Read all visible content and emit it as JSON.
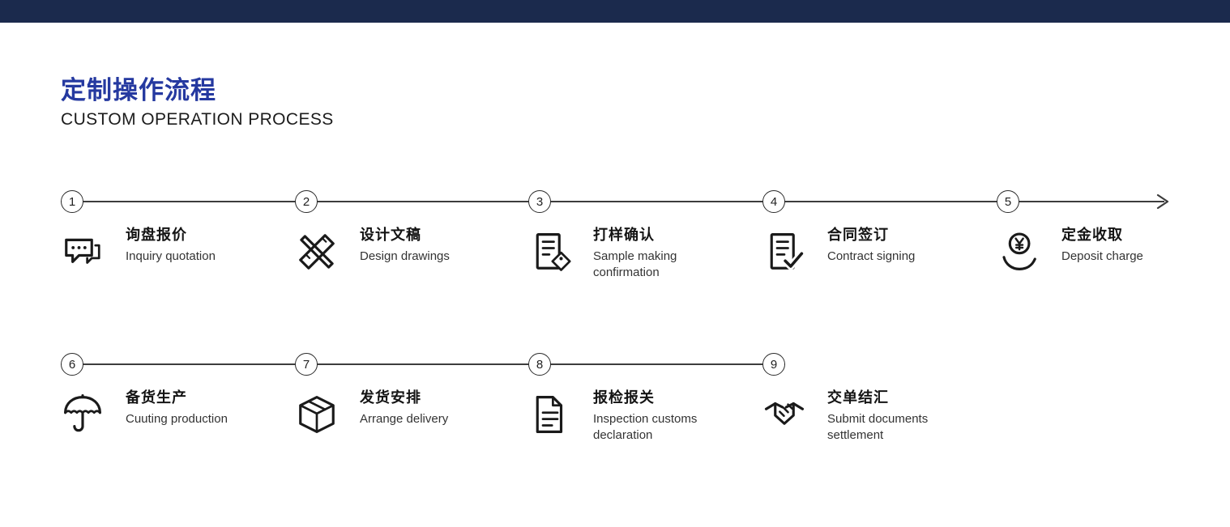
{
  "header": {
    "title": "定制操作流程",
    "subtitle": "CUSTOM OPERATION PROCESS"
  },
  "colors": {
    "topbar_bg": "#1b2a4d",
    "title_blue": "#2539a0",
    "line_color": "#3d3d3d",
    "text_dark": "#141414",
    "text_muted": "#333333",
    "icon_color": "#1a1a1a"
  },
  "steps": [
    {
      "num": "1",
      "zh": "询盘报价",
      "en": "Inquiry quotation",
      "icon": "chat-quote-icon"
    },
    {
      "num": "2",
      "zh": "设计文稿",
      "en": "Design drawings",
      "icon": "design-tools-icon"
    },
    {
      "num": "3",
      "zh": "打样确认",
      "en": "Sample making confirmation",
      "icon": "document-tag-icon"
    },
    {
      "num": "4",
      "zh": "合同签订",
      "en": "Contract signing",
      "icon": "document-check-icon"
    },
    {
      "num": "5",
      "zh": "定金收取",
      "en": "Deposit charge",
      "icon": "hand-coin-icon"
    },
    {
      "num": "6",
      "zh": "备货生产",
      "en": "Cuuting production",
      "icon": "umbrella-icon"
    },
    {
      "num": "7",
      "zh": "发货安排",
      "en": "Arrange delivery",
      "icon": "package-box-icon"
    },
    {
      "num": "8",
      "zh": "报检报关",
      "en": "Inspection customs declaration",
      "icon": "document-lines-icon"
    },
    {
      "num": "9",
      "zh": "交单结汇",
      "en": "Submit documents settlement",
      "icon": "handshake-icon"
    }
  ]
}
